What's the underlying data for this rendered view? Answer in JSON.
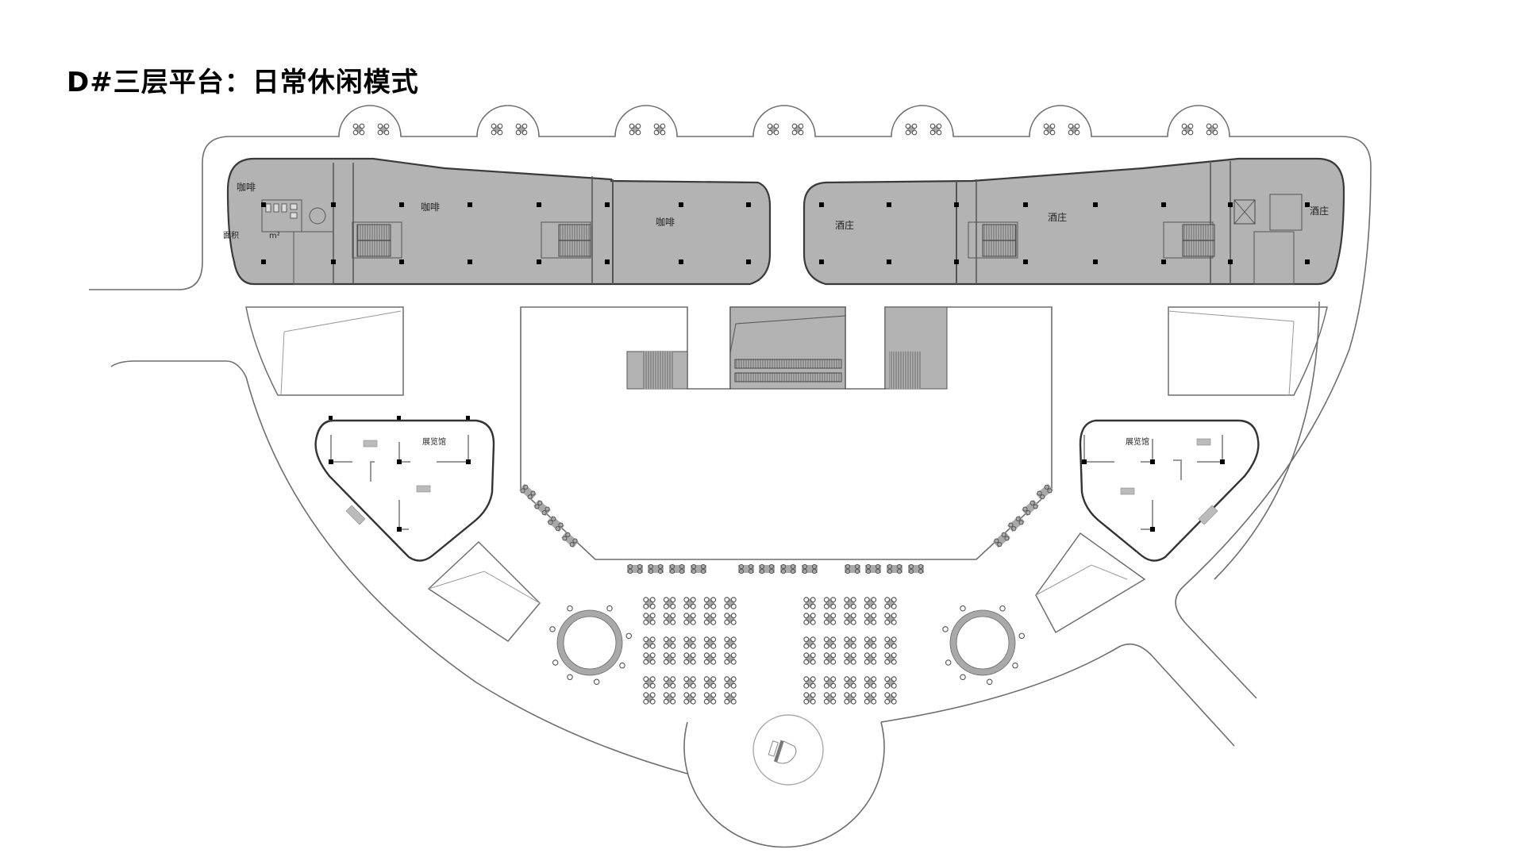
{
  "title": "D#三层平台：日常休闲模式",
  "colors": {
    "building_fill": "#b3b3b3",
    "building_wall": "#3a3a3a",
    "outline": "#6e6e6e",
    "column": "#000000",
    "furniture_fill": "#a9a9a9",
    "background": "#ffffff"
  },
  "buildings": {
    "left": {
      "rooms": [
        {
          "label": "咖啡",
          "id": "cafe-west"
        },
        {
          "label": "咖啡",
          "id": "cafe-main"
        },
        {
          "label": "咖啡",
          "id": "cafe-east"
        }
      ],
      "area_label": "面积",
      "area_unit": "m²"
    },
    "right": {
      "rooms": [
        {
          "label": "酒庄",
          "id": "winery-west"
        },
        {
          "label": "酒庄",
          "id": "winery-main"
        },
        {
          "label": "酒庄",
          "id": "winery-east"
        }
      ]
    }
  },
  "exhibition_halls": [
    {
      "label": "展览馆",
      "side": "left"
    },
    {
      "label": "展览馆",
      "side": "right"
    }
  ],
  "seating": {
    "top_bump_tables_per_bump": 2,
    "bump_count": 7,
    "front_bench_groups": [
      4,
      4,
      4
    ],
    "diagonal_benches_per_side": 4,
    "plaza_blocks": 2,
    "plaza_columns": 5,
    "plaza_rows": 6
  },
  "icons": {
    "table": "four-seat-table-icon",
    "column": "structural-column-icon",
    "stair": "escalator-icon",
    "piano": "grand-piano-icon"
  }
}
